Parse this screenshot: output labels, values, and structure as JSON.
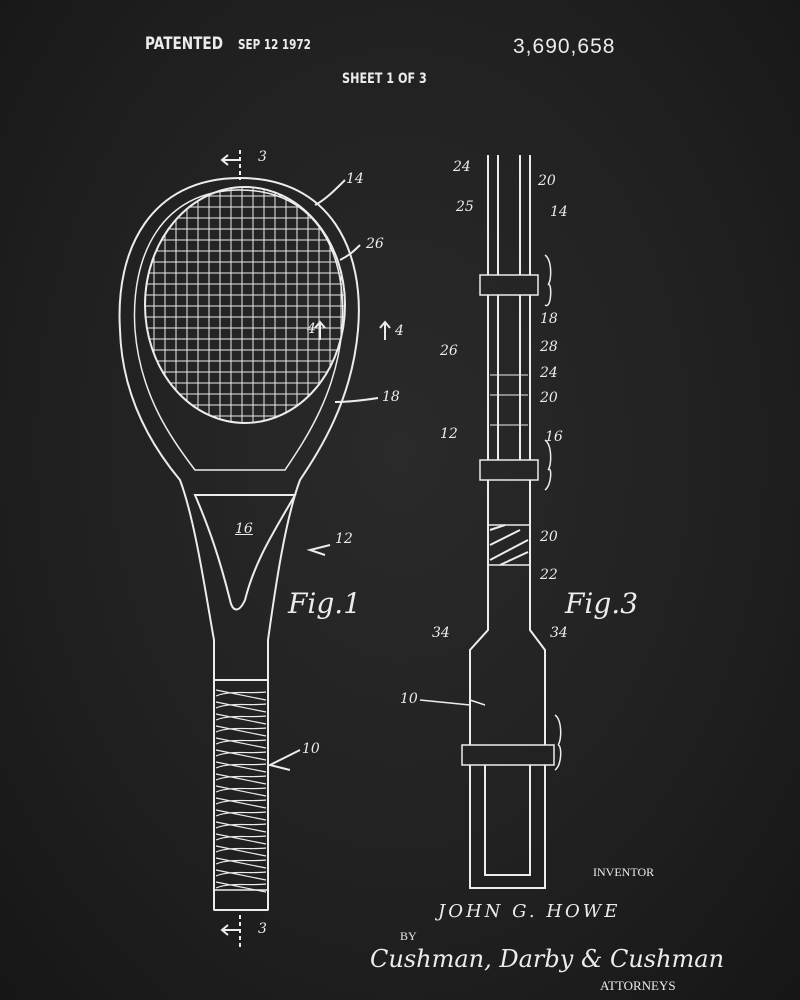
{
  "header": {
    "patented": "PATENTED",
    "date": "SEP 12 1972",
    "patent_number": "3,690,658",
    "sheet": "SHEET 1 OF 3"
  },
  "figures": {
    "fig1": "Fig.1",
    "fig3": "Fig.3",
    "section_marks": [
      "3",
      "3",
      "4",
      "4"
    ],
    "fig1_refs": [
      "14",
      "26",
      "18",
      "16",
      "12",
      "10"
    ],
    "fig3_refs": [
      "24",
      "20",
      "25",
      "14",
      "18",
      "26",
      "28",
      "24",
      "20",
      "12",
      "16",
      "20",
      "22",
      "34",
      "34",
      "10"
    ]
  },
  "footer": {
    "inventor_label": "INVENTOR",
    "inventor_name": "JOHN G. HOWE",
    "by": "BY",
    "attorneys_signature": "Cushman, Darby & Cushman",
    "attorneys_label": "ATTORNEYS"
  },
  "colors": {
    "background": "#1f1f1f",
    "ink": "#ececec"
  }
}
